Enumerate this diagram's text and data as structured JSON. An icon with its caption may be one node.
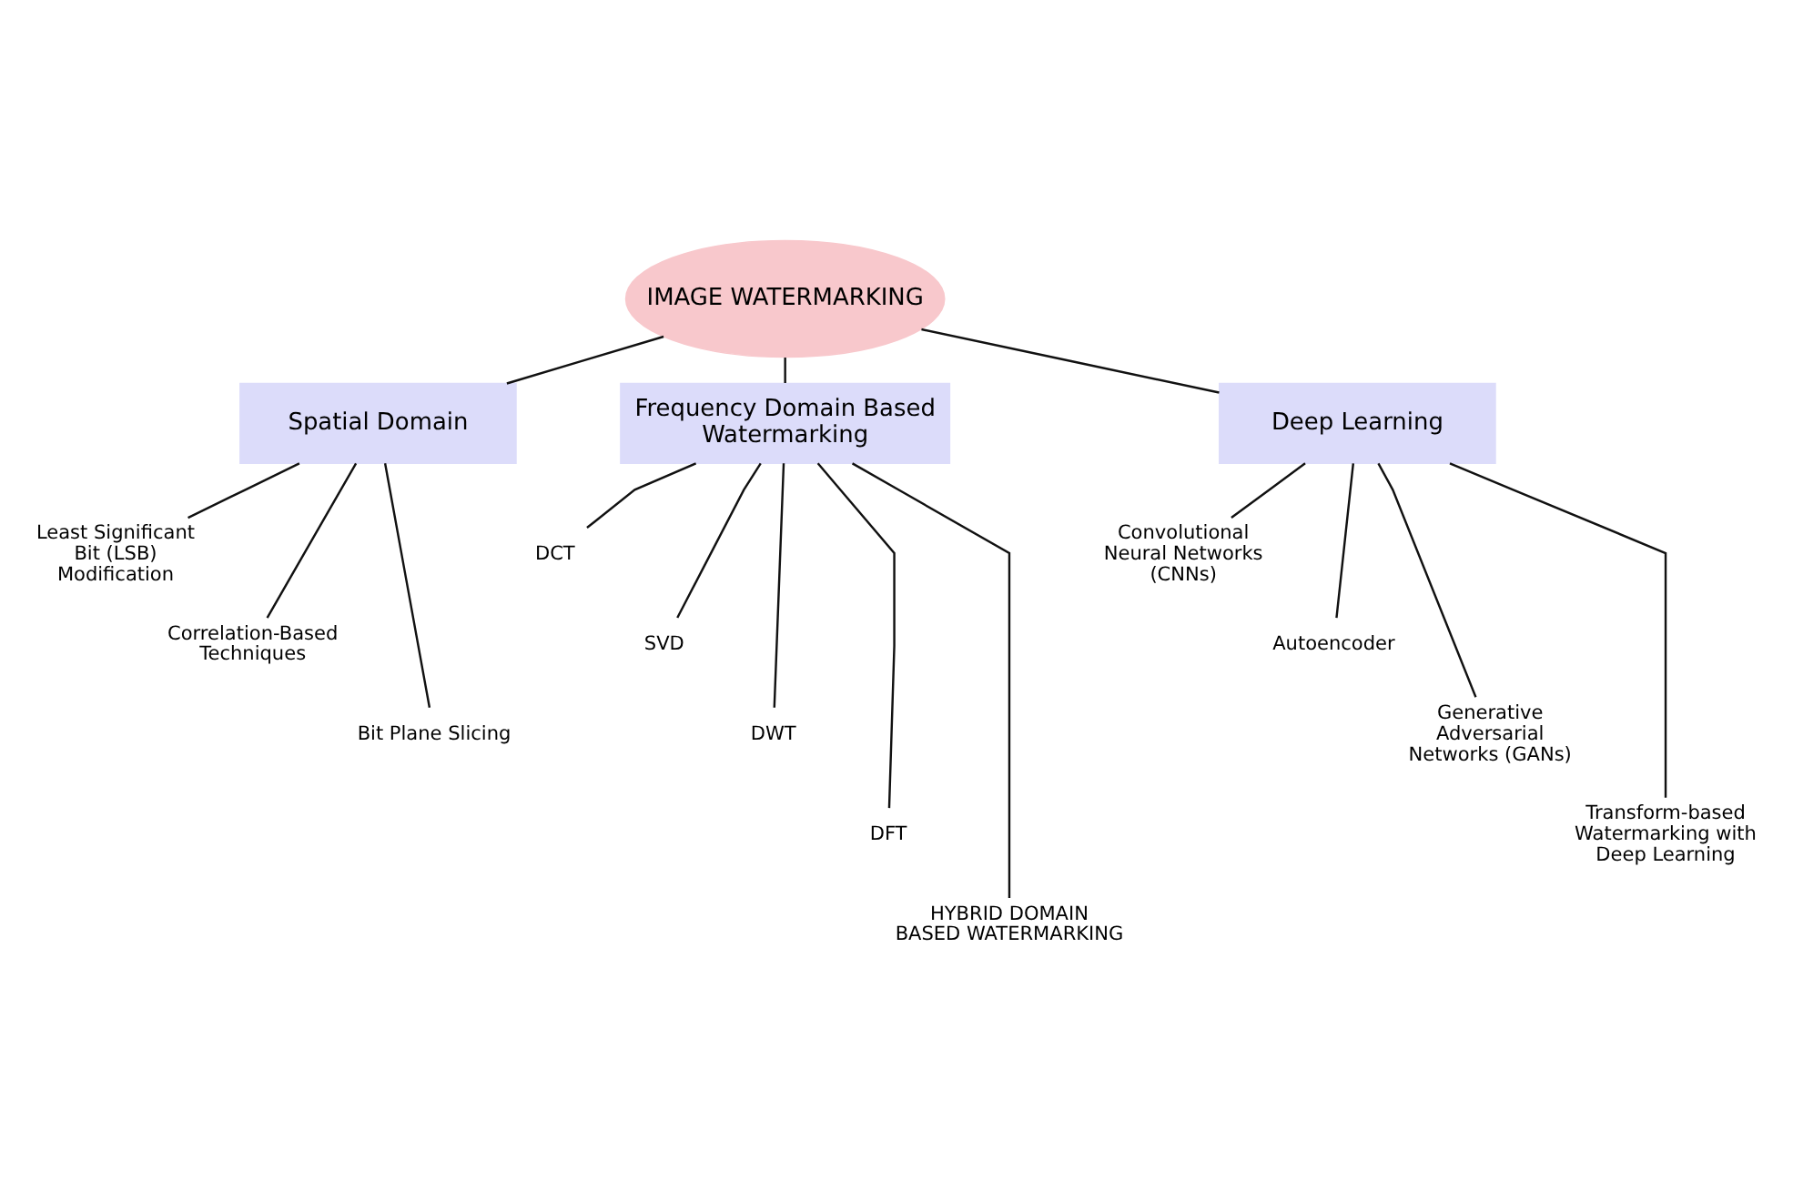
{
  "diagram": {
    "nodes": [
      {
        "text": [
          "IMAGE WATERMARKING"
        ]
      },
      {
        "text": [
          "Spatial Domain"
        ]
      },
      {
        "text": [
          "Frequency Domain Based Watermarking"
        ]
      },
      {
        "text": [
          "Deep Learning"
        ]
      },
      {
        "text": [
          "Least Significant Bit (LSB) Modification"
        ]
      },
      {
        "text": [
          "Correlation-Based Techniques"
        ]
      },
      {
        "text": [
          "Bit Plane Slicing"
        ]
      },
      {
        "text": [
          "DCT"
        ]
      },
      {
        "text": [
          "SVD"
        ]
      },
      {
        "text": [
          "DWT"
        ]
      },
      {
        "text": [
          "DFT"
        ]
      },
      {
        "text": [
          "HYBRID DOMAIN BASED WATERMARKING"
        ]
      },
      {
        "text": [
          "Convolutional Neural Networks (CNNs)"
        ]
      },
      {
        "text": [
          "Autoencoder"
        ]
      },
      {
        "text": [
          "Generative Adversarial Networks (GANs)"
        ]
      },
      {
        "text": [
          "Transform-based Watermarking with Deep Learning"
        ]
      }
    ],
    "edges": [
      {
        "from": 0,
        "to": 1,
        "arrow": "none"
      },
      {
        "from": 0,
        "to": 2,
        "arrow": "none"
      },
      {
        "from": 0,
        "to": 3,
        "arrow": "none"
      },
      {
        "from": 1,
        "to": 4,
        "arrow": "none"
      },
      {
        "from": 1,
        "to": 5,
        "arrow": "none"
      },
      {
        "from": 1,
        "to": 6,
        "arrow": "none"
      },
      {
        "from": 2,
        "to": 7,
        "arrow": "none"
      },
      {
        "from": 2,
        "to": 8,
        "arrow": "none"
      },
      {
        "from": 2,
        "to": 9,
        "arrow": "none"
      },
      {
        "from": 2,
        "to": 10,
        "arrow": "none"
      },
      {
        "from": 2,
        "to": 11,
        "arrow": "none"
      },
      {
        "from": 3,
        "to": 12,
        "arrow": "none"
      },
      {
        "from": 3,
        "to": 13,
        "arrow": "none"
      },
      {
        "from": 3,
        "to": 14,
        "arrow": "none"
      },
      {
        "from": 3,
        "to": 15,
        "arrow": "none"
      }
    ]
  }
}
